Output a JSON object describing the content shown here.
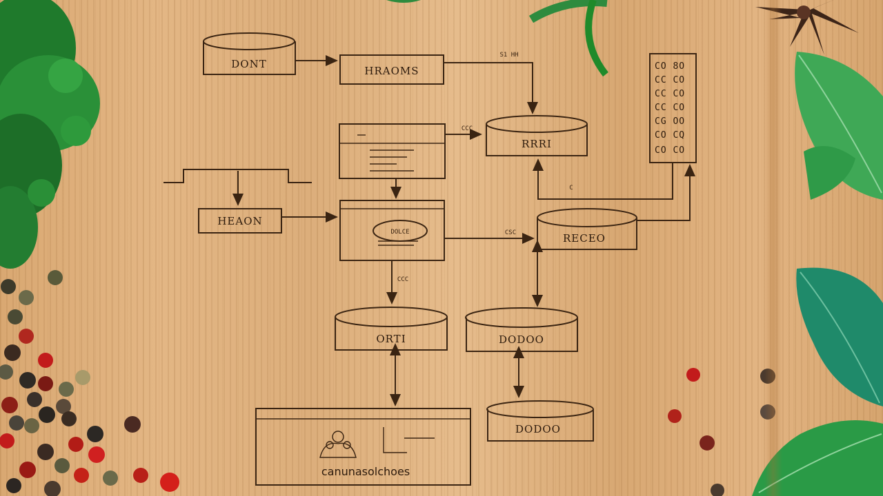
{
  "diagram": {
    "labels": {
      "db_top_left": "DONT",
      "box_top_mid": "HRAOMS",
      "db_top_right": "RRRI",
      "box_left": "HEAON",
      "db_right_mid": "RECEO",
      "db_bottom_mid": "ORTI",
      "db_bottom_right": "DODOO",
      "db_bottom_far_right": "DODOO",
      "footer_box": "canunasolchoes"
    },
    "grid_glyphs": [
      "CO 8O",
      "CC CO",
      "CC CO",
      "CC CO",
      "CG OO",
      "CO CQ",
      "CO CO"
    ],
    "edge_marks": {
      "top_right_edge": "S1 HH",
      "mid_small": "CCC",
      "right_small": "C",
      "arrow_small": "CSC",
      "down_small": "CCC",
      "center_small": "DOLCE"
    }
  },
  "colors": {
    "ink": "#3a2412",
    "wood": "#e0b27f",
    "leaf": "#2e8b3e",
    "pepper_red": "#c21b1b"
  }
}
